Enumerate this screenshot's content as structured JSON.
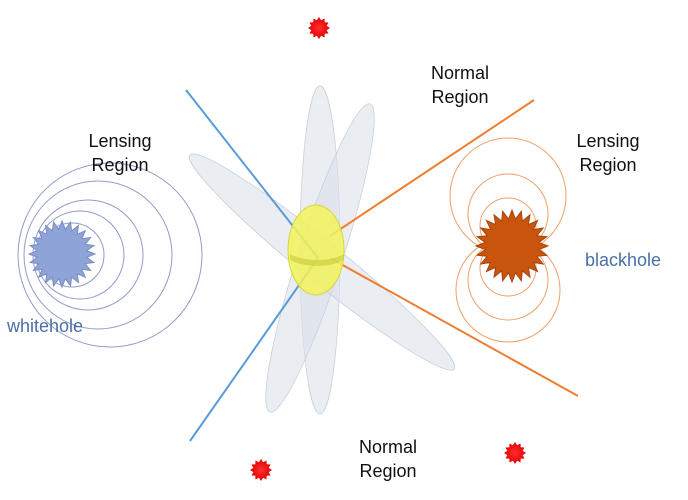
{
  "labels": {
    "lensing_left": [
      "Lensing",
      "Region"
    ],
    "lensing_right": [
      "Lensing",
      "Region"
    ],
    "normal_top": [
      "Normal",
      "Region"
    ],
    "normal_bottom": [
      "Normal",
      "Region"
    ],
    "whitehole": "whitehole",
    "blackhole": "blackhole"
  },
  "colors": {
    "whitehole_fill": "#8ea3d8",
    "whitehole_rings": "#8090c0",
    "blackhole_fill": "#c8540e",
    "blackhole_rings": "#e8843c",
    "blue_line": "#5b9bd5",
    "orange_line": "#ed7d31",
    "petals": "#d8dee9",
    "center_lens": "#f3f35a",
    "red_stars": "#ff0000",
    "label_blue": "#4a6fa5"
  },
  "icons": [
    "whitehole-burst-icon",
    "blackhole-burst-icon",
    "red-star-icon"
  ]
}
